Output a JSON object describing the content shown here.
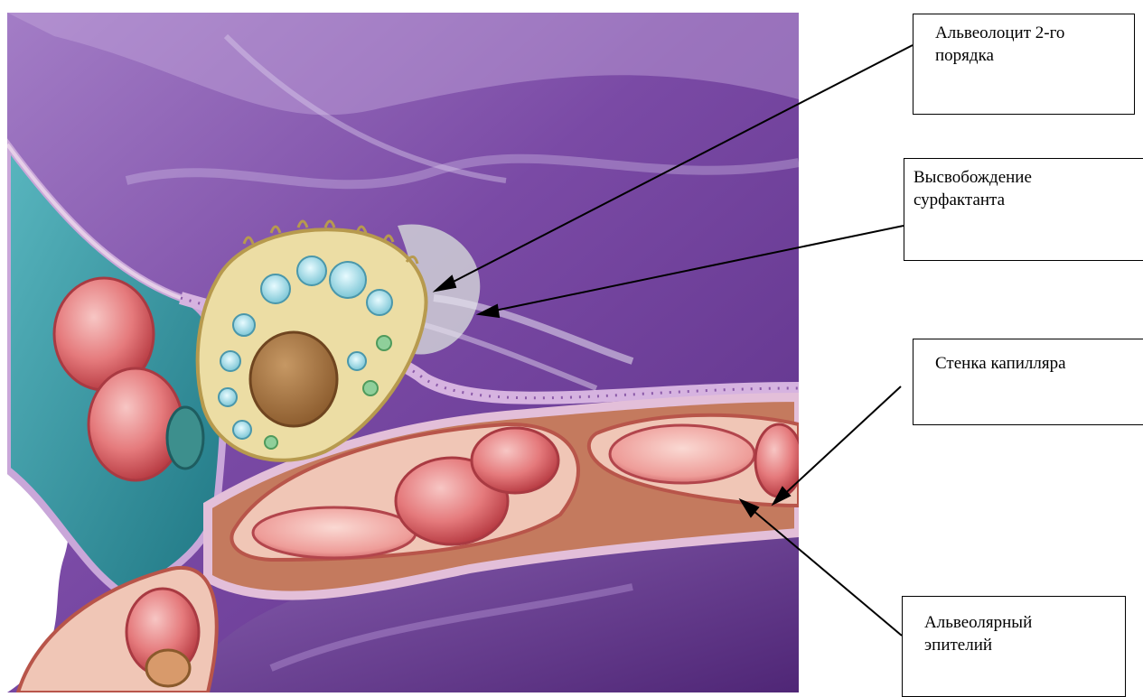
{
  "labels": {
    "type2_alveolocyte": "Альвеолоцит 2-го\nпорядка",
    "surfactant_release": "Высвобождение\nсурфактанта",
    "capillary_wall": "Стенка капилляра",
    "alveolar_epithelium": "Альвеолярный\nэпителий"
  },
  "colors": {
    "alveolar_space": "#7c4aa6",
    "cell_cytoplasm": "#e8d9a0",
    "nucleus": "#a6784a",
    "erythrocyte": "#e4868b",
    "interstitium": "#2c8f9a",
    "annotation_line": "#000000"
  }
}
